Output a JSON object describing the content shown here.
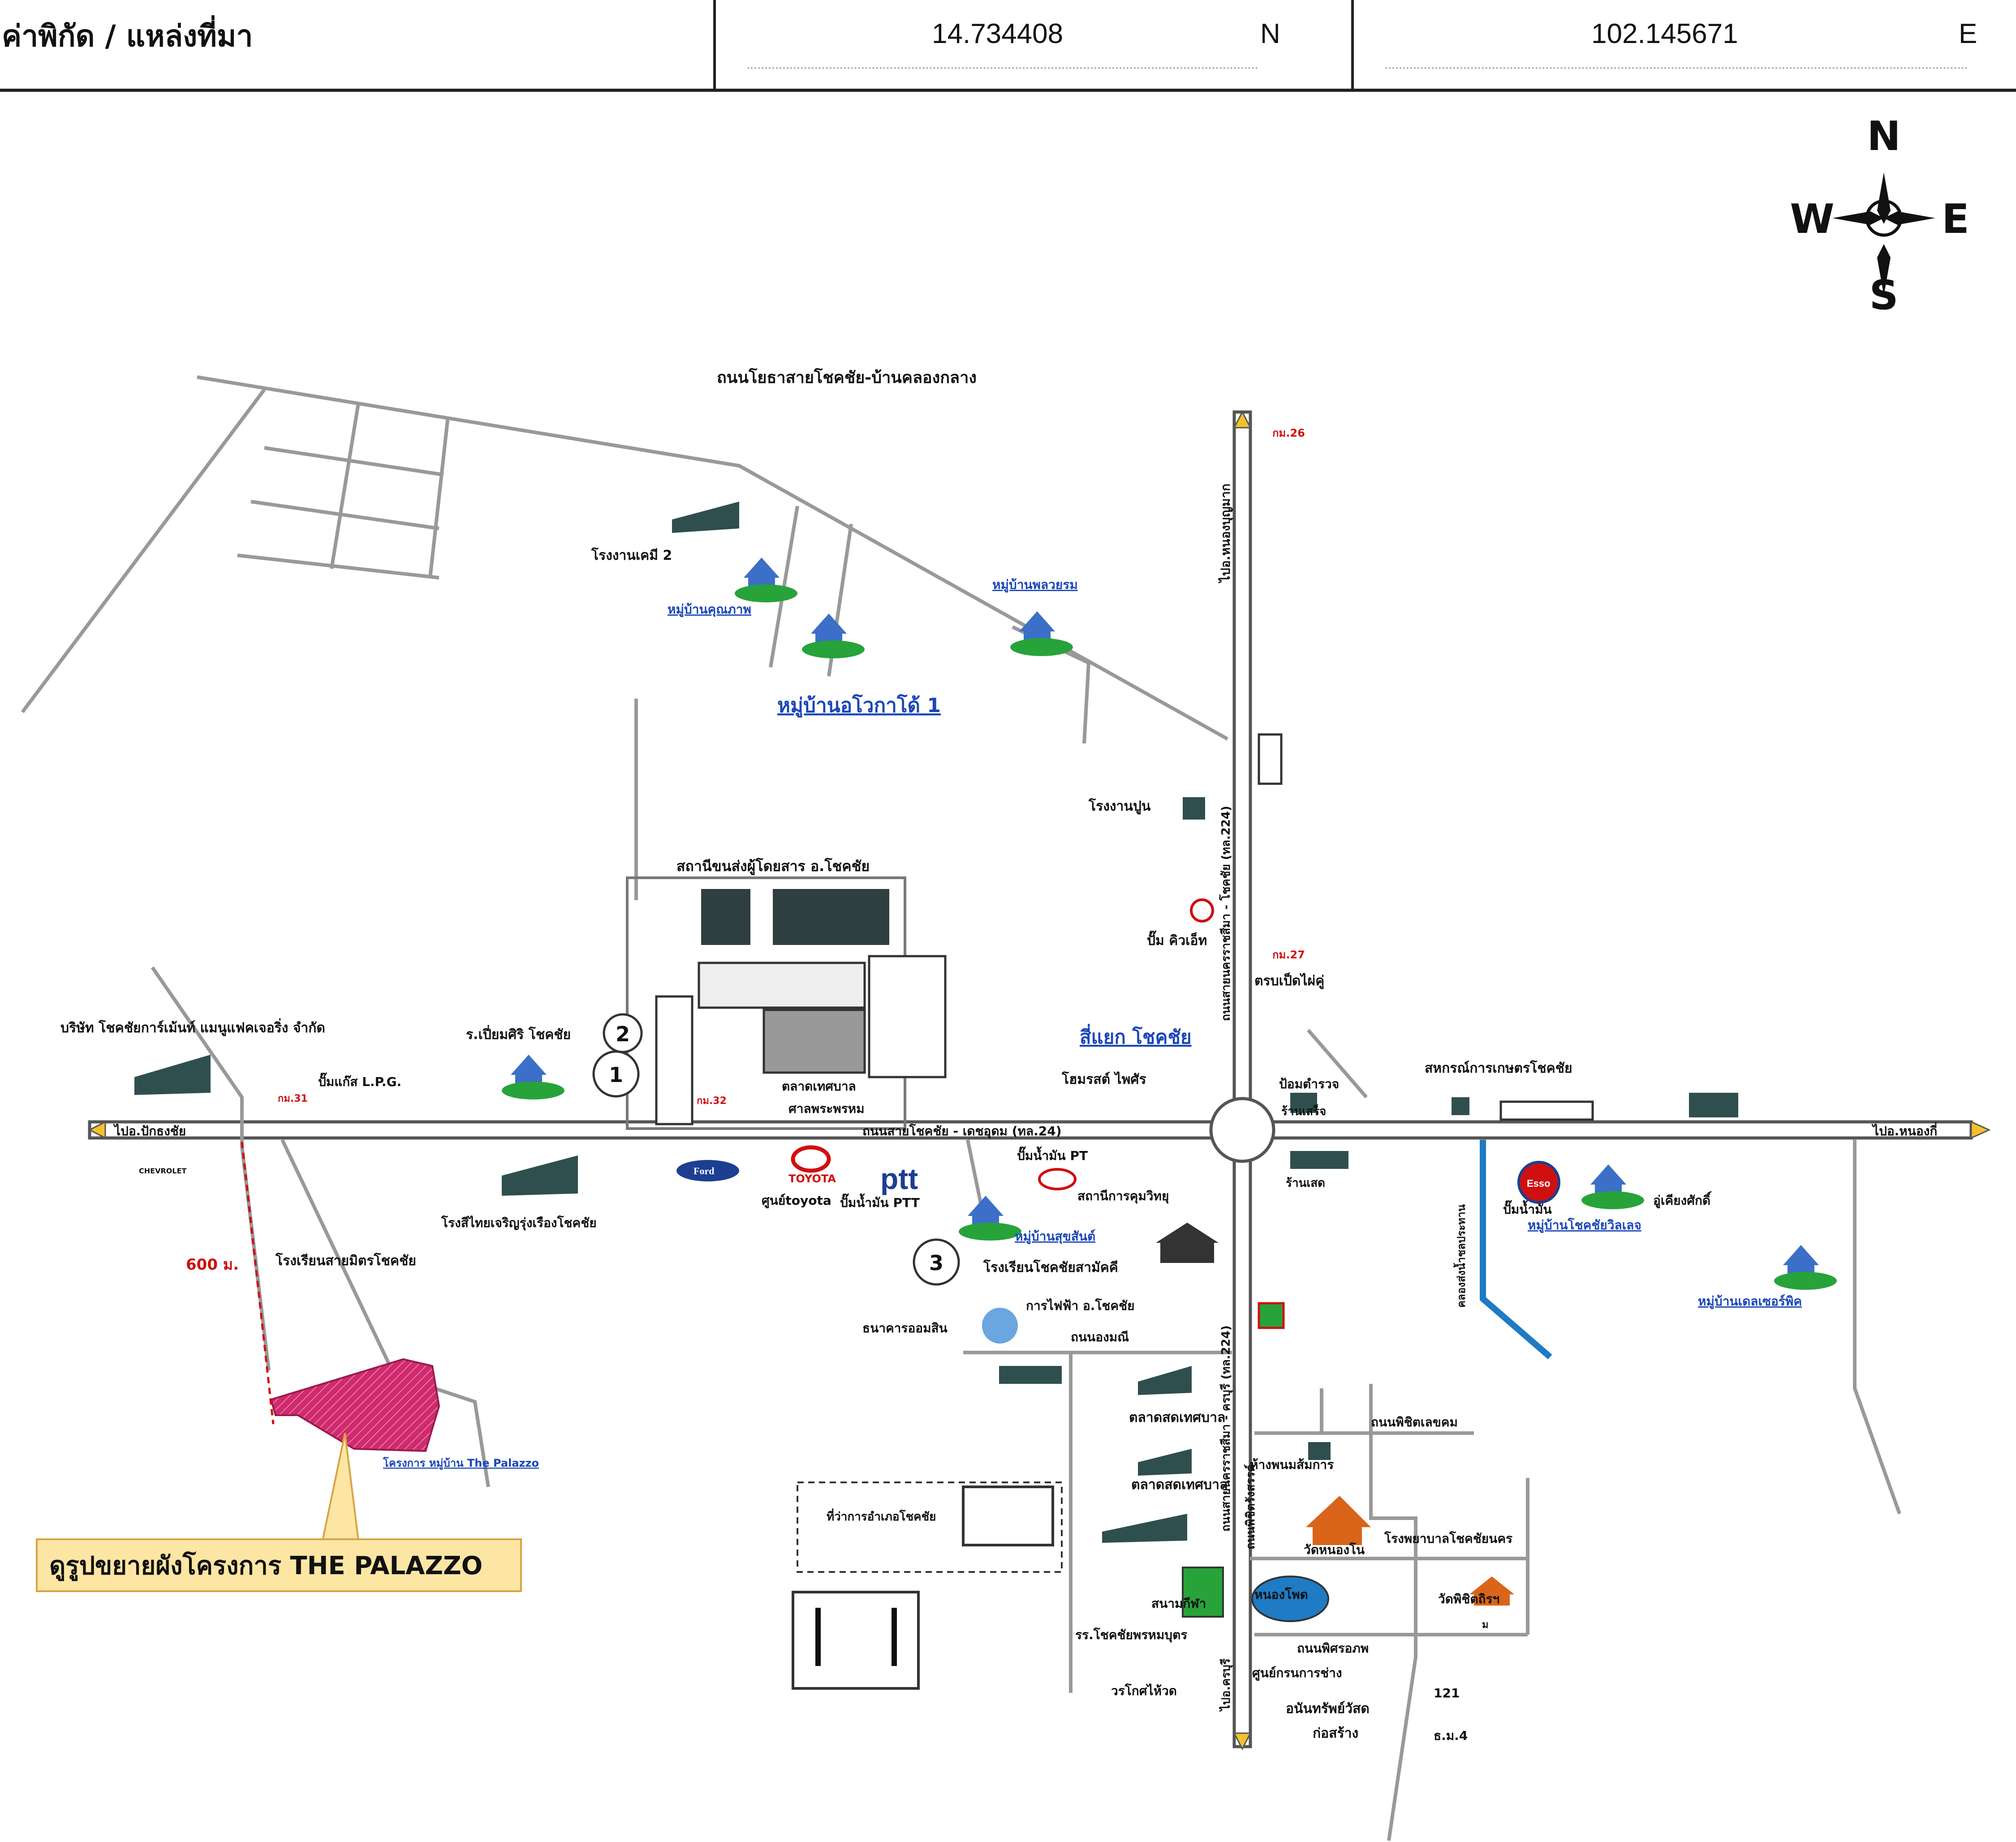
{
  "header": {
    "title": "ค่าพิกัด / แหล่งที่มา",
    "latitude": "14.734408",
    "lat_dir": "N",
    "longitude": "102.145671",
    "lon_dir": "E"
  },
  "compass": {
    "n": "N",
    "s": "S",
    "e": "E",
    "w": "W"
  },
  "roads": {
    "main": "ถนนสายโชคชัย - เดชอุดม (ทล.24)",
    "north_road": "ถนนโยธาสายโชคชัย-บ้านคลองกลาง",
    "to_left": "ไปอ.ปักธงชัย",
    "to_right": "ไปอ.หนองกี่",
    "vertical_north": "ไปอ.หนองบุญมาก",
    "vertical_mid": "ถนนสายนครราชสีมา - โชคชัย (ทล.224)",
    "vertical_south": "ถนนสายนครราชสีมา - ครบุรี (ทล.224)",
    "bottom": "ไปอ.ครบุรี",
    "road_s1": "ถนนองมณี",
    "road_s2": "ถนนพิชิตเลขคม",
    "road_s3": "ถนนพิชิตรังสรรค์",
    "canal": "คลองส่งน้ำชลประทาน"
  },
  "labels": {
    "factory2": "โรงงานเคมี 2",
    "vill_a": "หมู่บ้านคุณภาพ",
    "vill_b": "หมู่บ้านพลวยรม",
    "vill_c": "หมู่บ้านอโวกาโด้ 1",
    "cement": "โรงงานปูน",
    "station": "สถานีขนส่งผู้โดยสาร อ.โชคชัย",
    "pump_ktt": "ปั๊ม คิวเอ็ท",
    "km27": "กม.27",
    "km26": "กม.26",
    "duck": "ตรบเป็ดไผ่คู่",
    "junction": "สี่แยก โชคชัย",
    "hotel": "โฮมรสต์ ไพศัร",
    "police": "ป้อมตำรวจ",
    "bank_coop": "สหกรณ์การเกษตรโชคชัย",
    "company": "บริษัท โชคชัยการ์เม้นท์ แมนูแฟคเจอริ่ง จำกัด",
    "lpg": "ปั๊มแก๊ส L.P.G.",
    "km31": "กม.31",
    "km32": "กม.32",
    "school_st": "ร.เปี่ยมศิริ โชคชัย",
    "market1": "ตลาดเทศบาล",
    "shrine": "ศาลพระพรหม",
    "barber": "ร้านเสร็จ",
    "shop": "ร้านเสด",
    "gas_pt": "ปั๊มน้ำมัน PT",
    "toyota": "TOYOTA",
    "toyota_center": "ศูนย์toyota",
    "ptt": "ptt",
    "ptt_pump": "ปั๊มน้ำมัน PTT",
    "electric": "สถานีการคุมวิทยุ",
    "vill_d": "หมู่บ้านสุขสันต์",
    "school_kind": "โรงเรียนโชคชัยสามัคคี",
    "pea": "การไฟฟ้า อ.โชคชัย",
    "gsb": "ธนาคารออมสิน",
    "factory_fur": "โรงสีไทยเจริญรุ่งเรืองโชคชัย",
    "school_mitr": "โรงเรียนสายมิตรโชคชัย",
    "dist_600": "600 ม.",
    "project": "โครงการ หมู่บ้าน The Palazzo",
    "esso": "ปั๊มน้ำมัน",
    "esso_brand": "Esso",
    "vill_e": "หมู่บ้านโชคชัยวิลเลจ",
    "repair": "อู่เคียงศักดิ์",
    "vill_f": "หมู่บ้านเดลเซอร์พิค",
    "fresh1": "ตลาดสดเทศบาล",
    "fresh2": "ตลาดสดเทศบาล",
    "district": "ที่ว่าการอำเภอโชคชัย",
    "mall": "ห้างพนมส้มการ",
    "temple_main": "วัดหนองโน",
    "hospital": "โรงพยาบาลโชคชัยนคร",
    "field": "สนามกีฬา",
    "pond": "หนองโพด",
    "temple2": "วัดพิชิตถิรฯ",
    "school_b": "รร.โชคชัยพรหมบุตร",
    "wat_boot": "วรโกศไห้วด",
    "wat_cover": "อนันทรัพย์วัสด",
    "construct": "ก่อสร้าง",
    "road_kms": "ถนนพิศรอภพ",
    "craft": "ศูนย์กรนการช่าง",
    "k121": "121",
    "bm4": "ธ.ม.4",
    "callout": "ดูรูปขยายผังโครงการ THE PALAZZO",
    "chevrolet": "CHEVROLET",
    "ford": "Ford",
    "mi": "ม"
  },
  "colors": {
    "road": "#808080",
    "road_fill": "#ffffff",
    "building": "#2f4f4f",
    "village_blue": "#3c6fc7",
    "village_green": "#27a33a",
    "project_pink": "#cf2a6e",
    "callout_bg": "#fde6a4",
    "canal": "#1e7bc4"
  }
}
